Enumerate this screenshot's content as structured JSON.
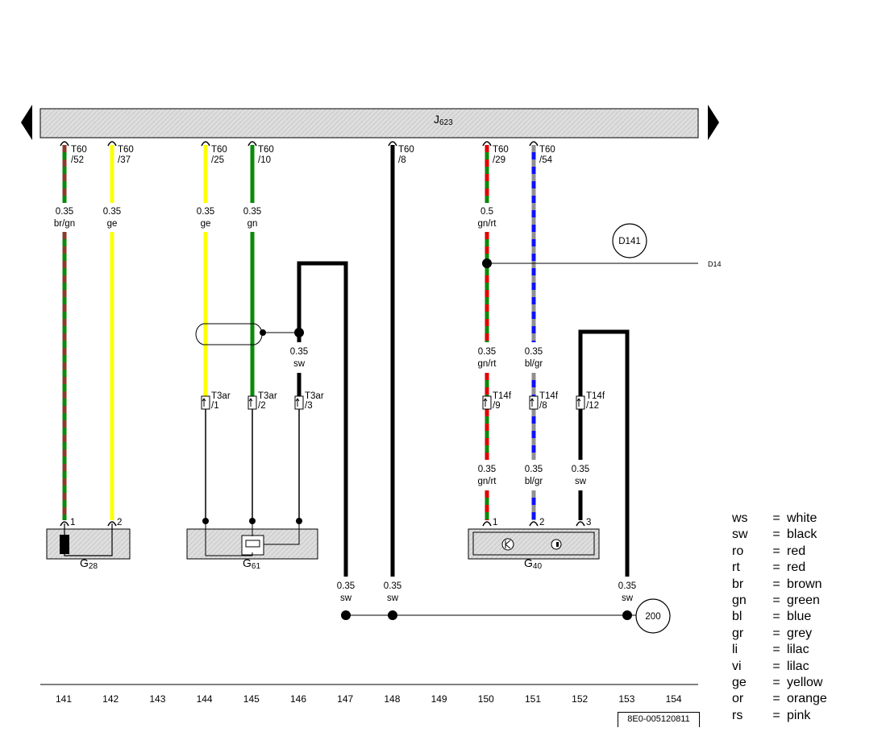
{
  "control_unit": {
    "name": "J",
    "subscript": "623"
  },
  "pins": [
    {
      "plug": "T60",
      "pin": "/52"
    },
    {
      "plug": "T60",
      "pin": "/37"
    },
    {
      "plug": "T60",
      "pin": "/25"
    },
    {
      "plug": "T60",
      "pin": "/10"
    },
    {
      "plug": "T60",
      "pin": "/8"
    },
    {
      "plug": "T60",
      "pin": "/29"
    },
    {
      "plug": "T60",
      "pin": "/54"
    }
  ],
  "wire_labels": [
    {
      "size": "0.35",
      "color": "br/gn"
    },
    {
      "size": "0.35",
      "color": "ge"
    },
    {
      "size": "0.35",
      "color": "ge"
    },
    {
      "size": "0.35",
      "color": "gn"
    },
    {
      "size": "0.5",
      "color": "gn/rt"
    },
    {
      "size": "0.35",
      "color": "sw"
    },
    {
      "size": "0.35",
      "color": "gn/rt"
    },
    {
      "size": "0.35",
      "color": "bl/gr"
    },
    {
      "size": "0.35",
      "color": "gn/rt"
    },
    {
      "size": "0.35",
      "color": "bl/gr"
    },
    {
      "size": "0.35",
      "color": "sw"
    },
    {
      "size": "0.35",
      "color": "sw"
    },
    {
      "size": "0.35",
      "color": "sw"
    },
    {
      "size": "0.35",
      "color": "sw"
    }
  ],
  "connectors": [
    {
      "plug": "T3ar",
      "pin": "/1"
    },
    {
      "plug": "T3ar",
      "pin": "/2"
    },
    {
      "plug": "T3ar",
      "pin": "/3"
    },
    {
      "plug": "T14f",
      "pin": "/9"
    },
    {
      "plug": "T14f",
      "pin": "/8"
    },
    {
      "plug": "T14f",
      "pin": "/12"
    }
  ],
  "component_pins": [
    "1",
    "2",
    "1",
    "2",
    "3"
  ],
  "components": [
    {
      "name": "G",
      "subscript": "28"
    },
    {
      "name": "G",
      "subscript": "61"
    },
    {
      "name": "G",
      "subscript": "40"
    }
  ],
  "refs": {
    "d141": "D141",
    "d14_cut": "D14",
    "ground": "200"
  },
  "columns": [
    "141",
    "142",
    "143",
    "144",
    "145",
    "146",
    "147",
    "148",
    "149",
    "150",
    "151",
    "152",
    "153",
    "154"
  ],
  "diagram_id": "8E0-005120811",
  "legend": [
    {
      "abbr": "ws",
      "eq": "=",
      "name": "white"
    },
    {
      "abbr": "sw",
      "eq": "=",
      "name": "black"
    },
    {
      "abbr": "ro",
      "eq": "=",
      "name": "red"
    },
    {
      "abbr": "rt",
      "eq": "=",
      "name": "red"
    },
    {
      "abbr": "br",
      "eq": "=",
      "name": "brown"
    },
    {
      "abbr": "gn",
      "eq": "=",
      "name": "green"
    },
    {
      "abbr": "bl",
      "eq": "=",
      "name": "blue"
    },
    {
      "abbr": "gr",
      "eq": "=",
      "name": "grey"
    },
    {
      "abbr": "li",
      "eq": "=",
      "name": "lilac"
    },
    {
      "abbr": "vi",
      "eq": "=",
      "name": "lilac"
    },
    {
      "abbr": "ge",
      "eq": "=",
      "name": "yellow"
    },
    {
      "abbr": "or",
      "eq": "=",
      "name": "orange"
    },
    {
      "abbr": "rs",
      "eq": "=",
      "name": "pink"
    }
  ],
  "colors": {
    "red": "#e00000",
    "green": "#0a8a0a",
    "brown": "#8b3a2b",
    "yellow": "#ffff00",
    "blue": "#1010ff",
    "grey": "#909090",
    "black": "#000000",
    "panel": "#dcdcdc"
  }
}
